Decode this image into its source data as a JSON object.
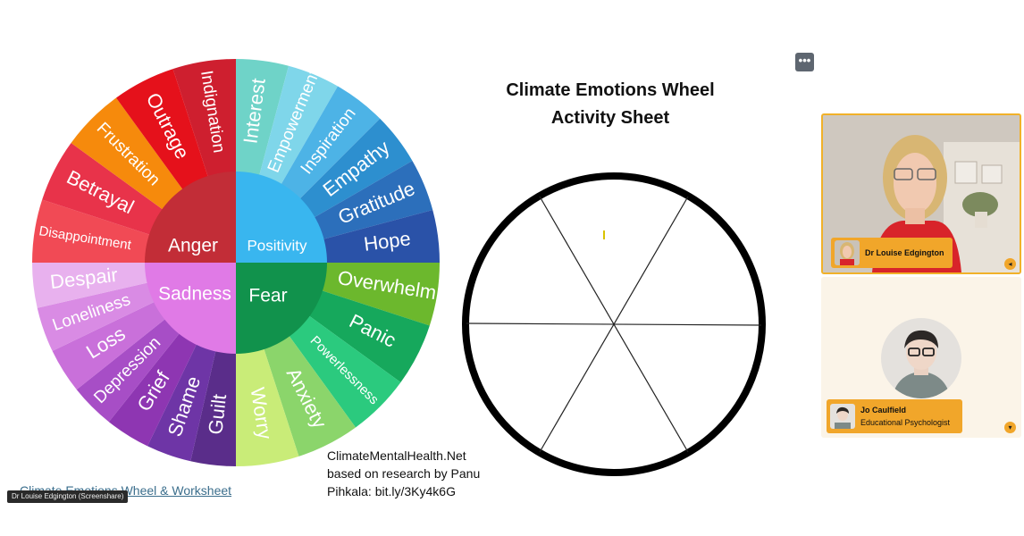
{
  "emotion_wheel": {
    "center": {
      "anger": "Anger",
      "positivity": "Positivity",
      "fear": "Fear",
      "sadness": "Sadness"
    },
    "segments": {
      "anger": [
        {
          "label": "Indignation",
          "color": "#ce1f2f"
        },
        {
          "label": "Outrage",
          "color": "#e5111b"
        },
        {
          "label": "Frustration",
          "color": "#f68a0c"
        },
        {
          "label": "Betrayal",
          "color": "#e8334a"
        },
        {
          "label": "Disappointment",
          "color": "#f14a55"
        }
      ],
      "positivity": [
        {
          "label": "Interest",
          "color": "#6fd3c8"
        },
        {
          "label": "Empowerment",
          "color": "#7fd6ea"
        },
        {
          "label": "Inspiration",
          "color": "#4db3e6"
        },
        {
          "label": "Empathy",
          "color": "#2d8fcf"
        },
        {
          "label": "Gratitude",
          "color": "#2c6fbb"
        },
        {
          "label": "Hope",
          "color": "#2a52a8"
        }
      ],
      "fear": [
        {
          "label": "Overwhelm",
          "color": "#6cb82d"
        },
        {
          "label": "Panic",
          "color": "#16a85c"
        },
        {
          "label": "Powerlessness",
          "color": "#2bca7e"
        },
        {
          "label": "Anxiety",
          "color": "#8bd56b"
        },
        {
          "label": "Worry",
          "color": "#c9ec78"
        }
      ],
      "sadness": [
        {
          "label": "Guilt",
          "color": "#5a2d8a"
        },
        {
          "label": "Shame",
          "color": "#6e35a6"
        },
        {
          "label": "Grief",
          "color": "#8e36b2"
        },
        {
          "label": "Depression",
          "color": "#a74ec6"
        },
        {
          "label": "Loss",
          "color": "#c970da"
        },
        {
          "label": "Loneliness",
          "color": "#d98be4"
        },
        {
          "label": "Despair",
          "color": "#e8b1ee"
        }
      ],
      "inner_colors": {
        "anger": "#c22d37",
        "positivity": "#39b6ef",
        "fear": "#11924c",
        "sadness": "#e07ae6"
      }
    }
  },
  "activity_sheet": {
    "title_line1": "Climate Emotions Wheel",
    "title_line2": "Activity Sheet",
    "credit_line1": "ClimateMentalHealth.Net",
    "credit_line2": "based on research by Panu",
    "credit_line3": "Pihkala: bit.ly/3Ky4k6G"
  },
  "link_text": "Climate Emotions Wheel & Worksheet",
  "screenshare_label": "Dr Louise Edgington (Screenshare)",
  "more_label": "•••",
  "participants": [
    {
      "name": "Dr Louise Edgington",
      "role": ""
    },
    {
      "name": "Jo Caulfield",
      "role": "Educational Psychologist"
    }
  ],
  "icons": {
    "audio": "speaker-icon",
    "pin": "pin-icon",
    "more": "more-options-icon"
  }
}
